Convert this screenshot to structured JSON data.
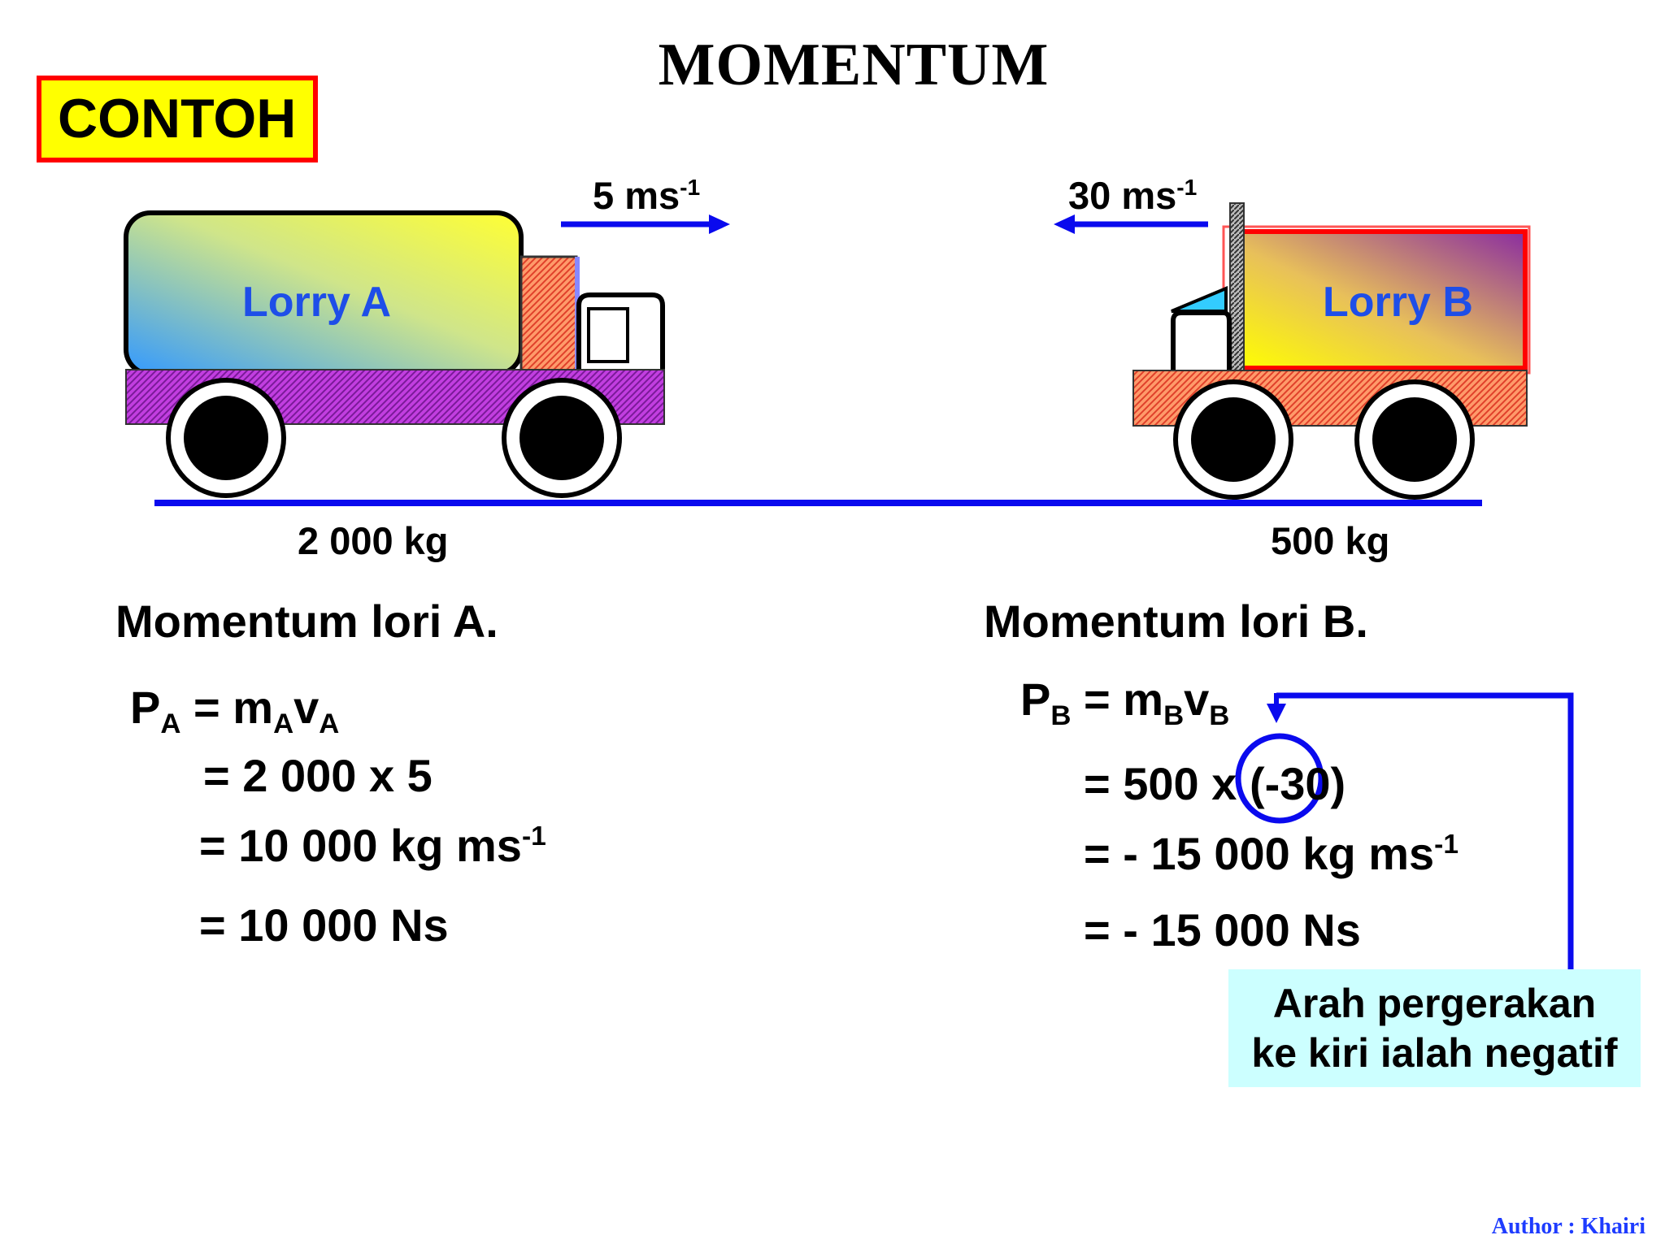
{
  "title": "MOMENTUM",
  "badge": "CONTOH",
  "lorry_a": {
    "label": "Lorry A",
    "mass": "2 000 kg",
    "speed_value": "5 ms",
    "speed_exp": "-1",
    "heading": "Momentum lori A.",
    "formula": {
      "p": "P",
      "sub_a": "A",
      "eq_m": " = m",
      "sub_m": "A",
      "v": "v",
      "sub_v": "A"
    },
    "line1": "= 2 000 x 5",
    "line2_main": "= 10 000 kg ms",
    "line2_exp": "-1",
    "line3": "= 10 000 Ns"
  },
  "lorry_b": {
    "label": "Lorry B",
    "mass": "500 kg",
    "speed_value": "30 ms",
    "speed_exp": "-1",
    "heading": "Momentum lori B.",
    "formula": {
      "p": "P",
      "sub_b": "B",
      "eq_m": " = m",
      "sub_m": "B",
      "v": "v",
      "sub_v": "B"
    },
    "line1": "= 500 x (-30)",
    "line2_main": "= - 15 000 kg ms",
    "line2_exp": "-1",
    "line3": "= - 15 000 Ns"
  },
  "note": {
    "line1": "Arah pergerakan",
    "line2": "ke kiri ialah negatif"
  },
  "author": "Author : Khairi",
  "colors": {
    "accent_blue": "#0a0aee",
    "badge_fill": "#ffff00",
    "badge_border": "#ff0000",
    "note_fill": "#ccffff"
  }
}
